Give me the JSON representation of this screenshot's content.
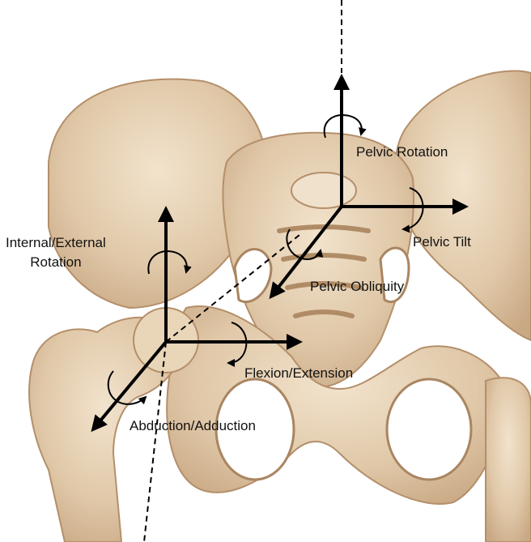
{
  "labels": {
    "pelvic_rotation": "Pelvic Rotation",
    "pelvic_tilt": "Pelvic Tilt",
    "pelvic_obliquity": "Pelvic Obliquity",
    "internal_external_line1": "Internal/External",
    "internal_external_line2": "Rotation",
    "flexion_extension": "Flexion/Extension",
    "abduction_adduction": "Abduction/Adduction"
  },
  "colors": {
    "bone": "#e3cdb0",
    "bone_shadow": "#bf9f7c",
    "bone_outline": "#a78360",
    "axis": "#000000"
  }
}
